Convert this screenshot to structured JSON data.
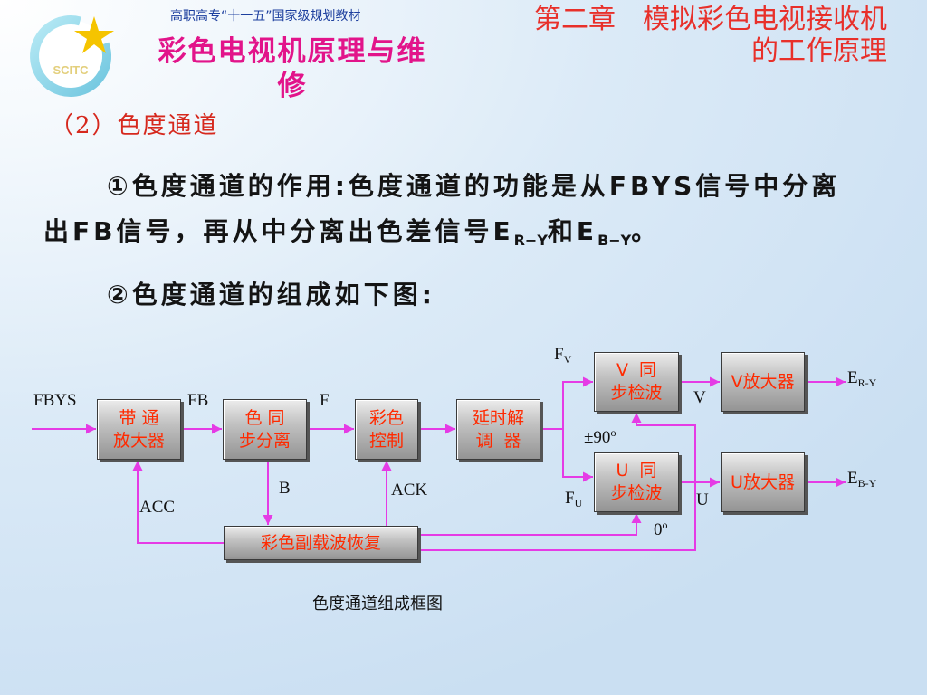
{
  "header": {
    "logo_text": "SCITC",
    "series": "高职高专“十一五”国家级规划教材",
    "book_title": "彩色电视机原理与维修",
    "chapter_line1": "第二章　模拟彩色电视接收机",
    "chapter_line2": "的工作原理"
  },
  "section_title": "（2）色度通道",
  "para1": {
    "line1": "①色度通道的作用:色度通道的功能是从FBYS信号中分离",
    "line2_a": "出FB信号，再从中分离出色差信号E",
    "line2_sub1": "R−Y",
    "line2_b": "和E",
    "line2_sub2": "B−Y",
    "line2_c": "。"
  },
  "para2": "②色度通道的组成如下图:",
  "diagram": {
    "blocks": {
      "bandpass_amp": [
        "带 通",
        "放大器"
      ],
      "sync_separator": [
        "色 同",
        "步分离"
      ],
      "color_control": [
        "彩色",
        "控制"
      ],
      "delay_demod": [
        "延时解",
        "调  器"
      ],
      "v_sync_detector": [
        "V  同",
        "步检波"
      ],
      "v_amplifier": [
        "V放大器"
      ],
      "u_sync_detector": [
        "U  同",
        "步检波"
      ],
      "u_amplifier": [
        "U放大器"
      ],
      "subcarrier_recovery": [
        "彩色副载波恢复"
      ]
    },
    "labels": {
      "fbys": "FBYS",
      "fb": "FB",
      "f": "F",
      "b": "B",
      "ack": "ACK",
      "acc": "ACC",
      "fv": {
        "base": "F",
        "sub": "V"
      },
      "v": "V",
      "phase_90": {
        "base": "±90",
        "sup": "o"
      },
      "fu": {
        "base": "F",
        "sub": "U"
      },
      "u": "U",
      "phase_0": {
        "base": "0",
        "sup": "o"
      },
      "er_y": {
        "base": "E",
        "sub": "R-Y"
      },
      "eb_y": {
        "base": "E",
        "sub": "B-Y"
      }
    },
    "caption": "色度通道组成框图"
  },
  "colors": {
    "wire": "#e53be5",
    "block_text": "#ff2a00",
    "chapter_text": "#e8302a",
    "book_title": "#e2148a",
    "series_text": "#1d3f9e"
  }
}
